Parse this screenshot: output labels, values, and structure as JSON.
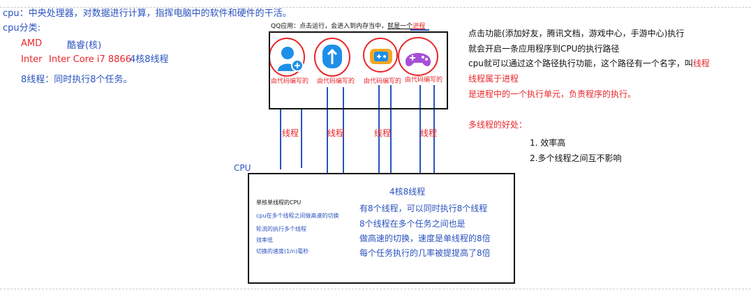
{
  "left": {
    "cpu_def": "cpu：中央处理器，对数据进行计算，指挥电脑中的软件和硬件的干活。",
    "cpu_cat": "cpu分类:",
    "amd": "AMD",
    "kuruì": "酷睿(核)",
    "inter": "Inter",
    "model": "Inter Core i7 8866",
    "spec": "4核8线程",
    "eight_threads": "8线程：同时执行8个任务。"
  },
  "qq": {
    "title_prefix": "QQ应用：点击运行，会进入到内存当中，",
    "title_underlined": "就是一个",
    "title_red": "进程",
    "captions": [
      "由代码编写的",
      "由代码编写的",
      "由代码编写的",
      "由代码编写的"
    ],
    "icons": [
      "add-friend-icon",
      "document-icon",
      "game-center-icon",
      "gamepad-icon"
    ]
  },
  "threads": {
    "labels": [
      "线程",
      "线程",
      "线程",
      "线程"
    ]
  },
  "cpu_label": "CPU",
  "cpu_box": {
    "left_title": "单核单线程的CPU",
    "left_lines": [
      "cpu在多个线程之间做高速的切换",
      "轮流的执行多个线程",
      "效率低",
      "切换的速度(1/n)毫秒"
    ],
    "right_title": "4核8线程",
    "right_lines": [
      "有8个线程，可以同时执行8个线程",
      "8个线程在多个任务之间也是",
      "做高速的切换，速度是单线程的8倍",
      "每个任务执行的几率被提提高了8倍"
    ]
  },
  "right": {
    "line1": "点击功能(添加好友，腾讯文档，游戏中心，手游中心)执行",
    "line2": "就会开启一条应用程序到CPU的执行路径",
    "line3_black": "cpu就可以通过这个路径执行功能，这个路径有一个名字，叫",
    "line3_red": "线程",
    "line4": "线程属于进程",
    "line5": "是进程中的一个执行单元，负责程序的执行。",
    "benefit_title": "多线程的好处：",
    "benefit_1": "1. 效率高",
    "benefit_2": "2.多个线程之间互不影响"
  },
  "colors": {
    "blue": "#2a52be",
    "red": "#e8262a",
    "black": "#111111"
  }
}
